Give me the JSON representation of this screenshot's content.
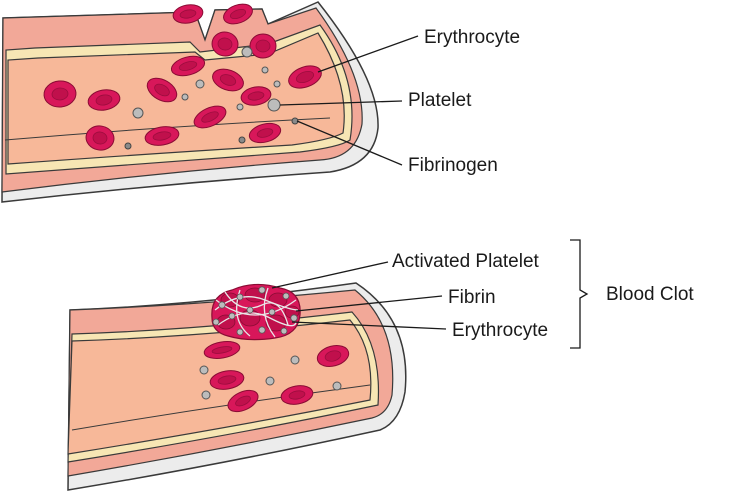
{
  "top_panel": {
    "labels": {
      "erythrocyte": "Erythrocyte",
      "platelet": "Platelet",
      "fibrinogen": "Fibrinogen"
    }
  },
  "bottom_panel": {
    "labels": {
      "activated_platelet": "Activated Platelet",
      "fibrin": "Fibrin",
      "erythrocyte": "Erythrocyte"
    },
    "group_label": "Blood Clot"
  },
  "colors": {
    "outer_wall": "#ececec",
    "media_layer": "#f2a898",
    "intima": "#f7e6b4",
    "lumen": "#f7b899",
    "erythrocyte": "#d8175a",
    "erythrocyte_center": "#c0104c",
    "platelet": "#bcbcbc",
    "fibrin": "#e8e8e8",
    "outline": "#3a3a3a"
  }
}
